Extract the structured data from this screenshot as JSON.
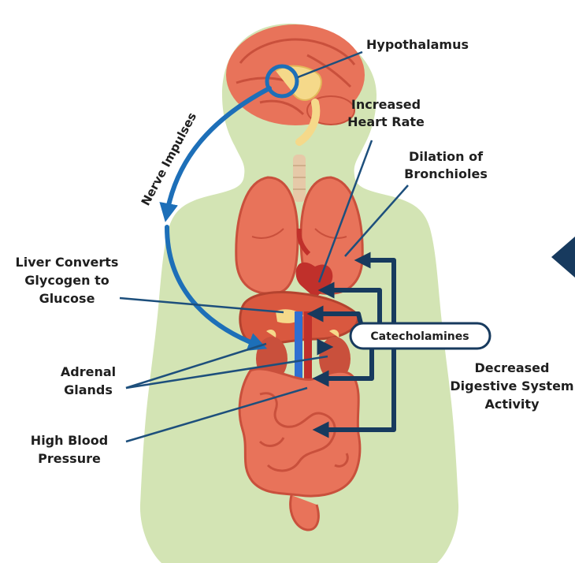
{
  "labels": {
    "hypothalamus": "Hypothalamus",
    "nerve_impulses": "Nerve Impulses",
    "heart_rate": [
      "Increased",
      "Heart Rate"
    ],
    "bronchioles": [
      "Dilation of",
      "Bronchioles"
    ],
    "liver": [
      "Liver Converts",
      "Glycogen to",
      "Glucose"
    ],
    "catecholamines": "Catecholamines",
    "adrenal": [
      "Adrenal",
      "Glands"
    ],
    "digestive": [
      "Decreased",
      "Digestive System",
      "Activity"
    ],
    "blood_pressure": [
      "High Blood",
      "Pressure"
    ]
  },
  "colors": {
    "body_silhouette": "#d3e4b4",
    "organ": "#e8735a",
    "organ_dark": "#c9503c",
    "nerve_arrow": "#1d6fb8",
    "hormone_arrow": "#173a5e",
    "leader_line": "#1d4f7c",
    "brain_yellow": "#f5d98a",
    "vessel_blue": "#2f6fd1",
    "vessel_red": "#c0302b"
  }
}
